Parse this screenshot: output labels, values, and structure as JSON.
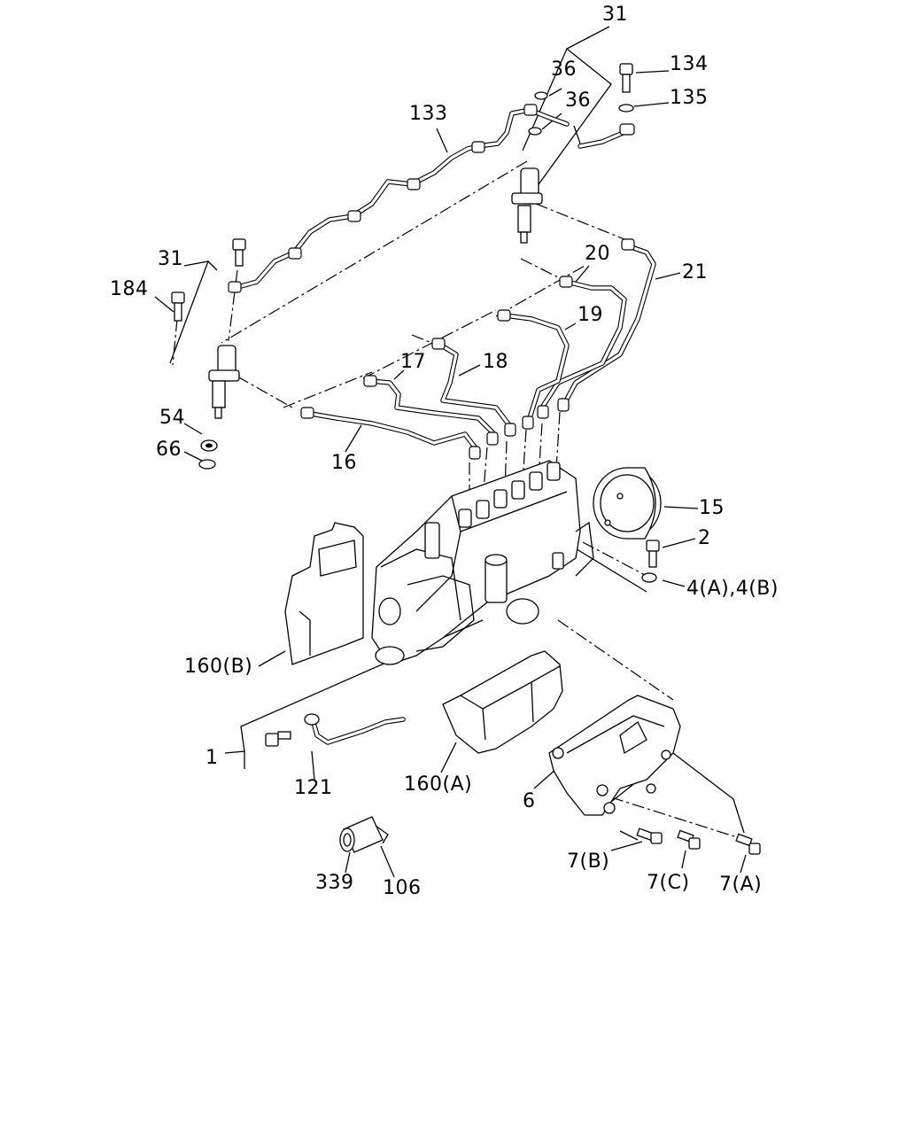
{
  "labels": {
    "p31_top": "31",
    "p36_a": "36",
    "p36_b": "36",
    "p134": "134",
    "p135": "135",
    "p133": "133",
    "p31_left": "31",
    "p184": "184",
    "p20": "20",
    "p21": "21",
    "p19": "19",
    "p17": "17",
    "p18": "18",
    "p54": "54",
    "p66": "66",
    "p16": "16",
    "p15": "15",
    "p2": "2",
    "p4": "4(A),4(B)",
    "p160b": "160(B)",
    "p1": "1",
    "p121": "121",
    "p160a": "160(A)",
    "p6": "6",
    "p7b": "7(B)",
    "p7c": "7(C)",
    "p7a": "7(A)",
    "p339": "339",
    "p106": "106"
  }
}
